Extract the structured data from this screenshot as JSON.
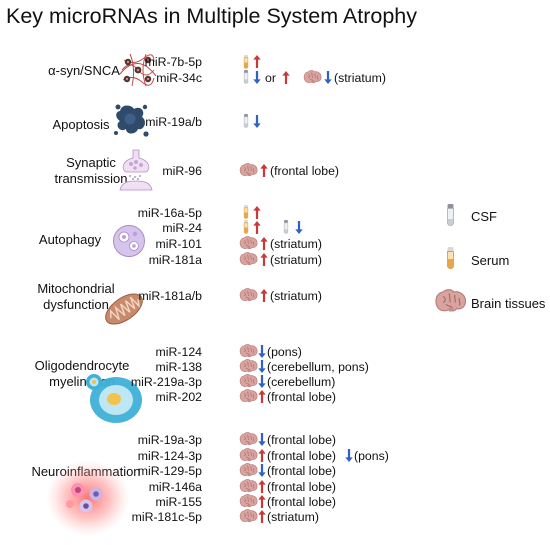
{
  "title": "Key microRNAs in Multiple System Atrophy",
  "colors": {
    "up": "#c83a3a",
    "down": "#2f62c2",
    "brain": "#d9a3a0",
    "brain_stroke": "#b9807d",
    "csf": "#c9cdd6",
    "serum": "#e8a64a"
  },
  "categories": {
    "asyn": {
      "label": "α-syn/SNCA"
    },
    "apoptosis": {
      "label": "Apoptosis"
    },
    "synaptic": {
      "line1": "Synaptic",
      "line2": "transmission"
    },
    "autophagy": {
      "label": "Autophagy"
    },
    "mito": {
      "line1": "Mitochondrial",
      "line2": "dysfunction"
    },
    "oligo": {
      "line1": "Oligodendrocyte",
      "line2": "myelination"
    },
    "neuro": {
      "label": "Neuroinflammation"
    }
  },
  "mirnas": {
    "m1": "miR-7b-5p",
    "m2": "miR-34c",
    "m3": "miR-19a/b",
    "m4": "miR-96",
    "m5": "miR-16a-5p",
    "m6": "miR-24",
    "m7": "miR-101",
    "m8": "miR-181a",
    "m9": "miR-181a/b",
    "m10": "miR-124",
    "m11": "miR-138",
    "m12": "miR-219a-3p",
    "m13": "miR-202",
    "m14": "miR-19a-3p",
    "m15": "miR-124-3p",
    "m16": "miR-129-5p",
    "m17": "miR-146a",
    "m18": "miR-155",
    "m19": "miR-181c-5p"
  },
  "notes": {
    "or": "or",
    "striatum": "(striatum)",
    "frontal_lobe": "(frontal lobe)",
    "pons": "(pons)",
    "cerebellum_pons": "(cerebellum, pons)",
    "cerebellum": "(cerebellum)"
  },
  "legend": {
    "csf": "CSF",
    "serum": "Serum",
    "brain": "Brain tissues"
  },
  "icons": {
    "asyn": "protein-aggregate-icon",
    "apoptosis": "apoptotic-cell-icon",
    "synaptic": "synapse-icon",
    "autophagy": "autophagosome-icon",
    "mito": "mitochondrion-icon",
    "oligo": "oligodendrocyte-icon",
    "neuro": "inflamed-cells-icon"
  }
}
